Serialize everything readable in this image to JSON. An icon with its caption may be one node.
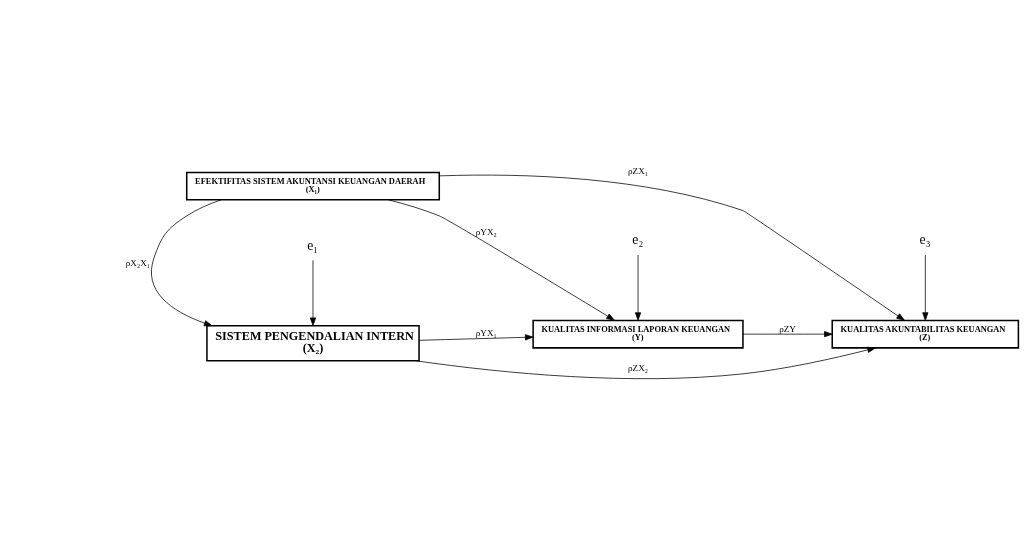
{
  "diagram": {
    "nodes": [
      {
        "text": [
          "EFEKTIFITAS SISTEM AKUNTANSI KEUANGAN DAERAH",
          "(X₁)"
        ]
      },
      {
        "text": [
          "SISTEM PENGENDALIAN INTERN",
          "(X₂)"
        ]
      },
      {
        "text": [
          "KUALITAS INFORMASI LAPORAN KEUANGAN",
          "(Y)"
        ]
      },
      {
        "text": [
          "KUALITAS AKUNTABILITAS KEUANGAN",
          "(Z)"
        ]
      },
      {
        "text": [
          "e₁"
        ]
      },
      {
        "text": [
          "e₂"
        ]
      },
      {
        "text": [
          "e₃"
        ]
      }
    ],
    "edges": [
      {
        "from": 0,
        "to": 1,
        "arrow": "to",
        "label": "ρX₂X₁"
      },
      {
        "from": 0,
        "to": 3,
        "arrow": "to",
        "label": "ρZX₁"
      },
      {
        "from": 0,
        "to": 2,
        "arrow": "to",
        "label": "ρYX₂"
      },
      {
        "from": 1,
        "to": 2,
        "arrow": "to",
        "label": "ρYX₁"
      },
      {
        "from": 1,
        "to": 3,
        "arrow": "to",
        "label": "ρZX₂"
      },
      {
        "from": 2,
        "to": 3,
        "arrow": "to",
        "label": "ρZY"
      },
      {
        "from": 4,
        "to": 1,
        "arrow": "to"
      },
      {
        "from": 5,
        "to": 2,
        "arrow": "to"
      },
      {
        "from": 6,
        "to": 3,
        "arrow": "to"
      }
    ]
  }
}
